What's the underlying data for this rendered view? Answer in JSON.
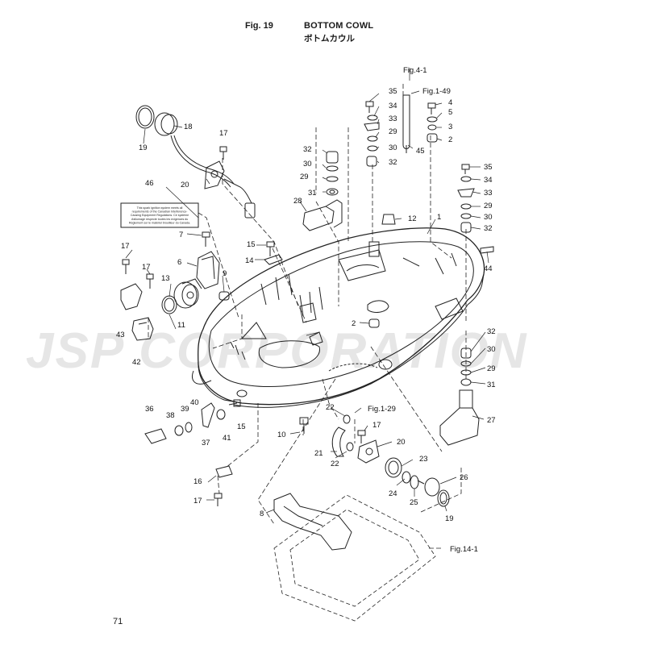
{
  "header": {
    "fig": "Fig. 19",
    "title": "BOTTOM COWL",
    "title_jp": "ボトムカウル"
  },
  "page_number": "71",
  "watermark": "JSP CORPORATION",
  "label_text": "This spark ignition system meets all requirements of the Canadian Interference- Causing Equipment Regulations. Ce système d'allumage respecte toutes les exigences du Règlement sur le matériel brouilleur du Canada.",
  "callouts": [
    {
      "id": "c18",
      "text": "18"
    },
    {
      "id": "c19a",
      "text": "19"
    },
    {
      "id": "c17a",
      "text": "17"
    },
    {
      "id": "c20a",
      "text": "20"
    },
    {
      "id": "c46",
      "text": "46"
    },
    {
      "id": "c17b",
      "text": "17"
    },
    {
      "id": "c7",
      "text": "7"
    },
    {
      "id": "c6",
      "text": "6"
    },
    {
      "id": "c17c",
      "text": "17"
    },
    {
      "id": "c13",
      "text": "13"
    },
    {
      "id": "c9",
      "text": "9"
    },
    {
      "id": "c11",
      "text": "11"
    },
    {
      "id": "c15a",
      "text": "15"
    },
    {
      "id": "c14",
      "text": "14"
    },
    {
      "id": "c43",
      "text": "43"
    },
    {
      "id": "c42",
      "text": "42"
    },
    {
      "id": "c35a",
      "text": "35"
    },
    {
      "id": "c34a",
      "text": "34"
    },
    {
      "id": "c33a",
      "text": "33"
    },
    {
      "id": "c29a",
      "text": "29"
    },
    {
      "id": "c30a",
      "text": "30"
    },
    {
      "id": "c32a",
      "text": "32"
    },
    {
      "id": "c45",
      "text": "45"
    },
    {
      "id": "c4",
      "text": "4"
    },
    {
      "id": "c5",
      "text": "5"
    },
    {
      "id": "c3",
      "text": "3"
    },
    {
      "id": "c2a",
      "text": "2"
    },
    {
      "id": "c32b",
      "text": "32"
    },
    {
      "id": "c30b",
      "text": "30"
    },
    {
      "id": "c29b",
      "text": "29"
    },
    {
      "id": "c31a",
      "text": "31"
    },
    {
      "id": "c28",
      "text": "28"
    },
    {
      "id": "c12",
      "text": "12"
    },
    {
      "id": "c1",
      "text": "1"
    },
    {
      "id": "c35b",
      "text": "35"
    },
    {
      "id": "c34b",
      "text": "34"
    },
    {
      "id": "c33b",
      "text": "33"
    },
    {
      "id": "c29c",
      "text": "29"
    },
    {
      "id": "c30c",
      "text": "30"
    },
    {
      "id": "c32c",
      "text": "32"
    },
    {
      "id": "c44",
      "text": "44"
    },
    {
      "id": "c2b",
      "text": "2"
    },
    {
      "id": "c32d",
      "text": "32"
    },
    {
      "id": "c30d",
      "text": "30"
    },
    {
      "id": "c29d",
      "text": "29"
    },
    {
      "id": "c31b",
      "text": "31"
    },
    {
      "id": "c27",
      "text": "27"
    },
    {
      "id": "c36",
      "text": "36"
    },
    {
      "id": "c38",
      "text": "38"
    },
    {
      "id": "c39",
      "text": "39"
    },
    {
      "id": "c40",
      "text": "40"
    },
    {
      "id": "c37",
      "text": "37"
    },
    {
      "id": "c41",
      "text": "41"
    },
    {
      "id": "c15b",
      "text": "15"
    },
    {
      "id": "c10",
      "text": "10"
    },
    {
      "id": "c22a",
      "text": "22"
    },
    {
      "id": "c17d",
      "text": "17"
    },
    {
      "id": "c21",
      "text": "21"
    },
    {
      "id": "c22b",
      "text": "22"
    },
    {
      "id": "c20b",
      "text": "20"
    },
    {
      "id": "c23",
      "text": "23"
    },
    {
      "id": "c26",
      "text": "26"
    },
    {
      "id": "c24",
      "text": "24"
    },
    {
      "id": "c25",
      "text": "25"
    },
    {
      "id": "c19b",
      "text": "19"
    },
    {
      "id": "c16",
      "text": "16"
    },
    {
      "id": "c17e",
      "text": "17"
    },
    {
      "id": "c8",
      "text": "8"
    }
  ],
  "refs": [
    {
      "id": "r4_1",
      "text": "Fig.4-1"
    },
    {
      "id": "r1_49",
      "text": "Fig.1-49"
    },
    {
      "id": "r1_29",
      "text": "Fig.1-29"
    },
    {
      "id": "r14_1",
      "text": "Fig.14-1"
    }
  ]
}
